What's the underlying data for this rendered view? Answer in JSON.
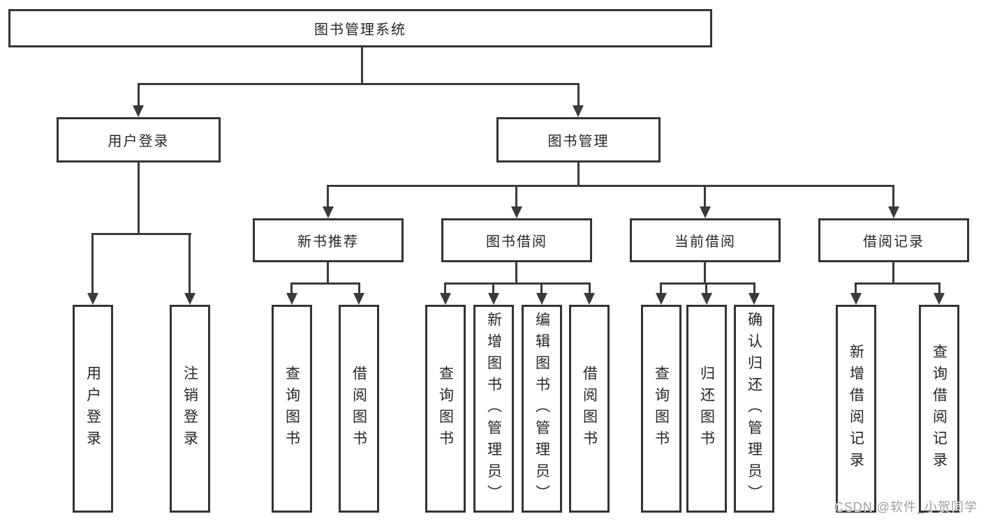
{
  "diagram": {
    "root": {
      "label": "图书管理系统"
    },
    "branches": [
      {
        "label": "用户登录",
        "children": [
          {
            "label": "用户登录"
          },
          {
            "label": "注销登录"
          }
        ]
      },
      {
        "label": "图书管理",
        "groups": [
          {
            "label": "新书推荐",
            "children": [
              {
                "label": "查询图书"
              },
              {
                "label": "借阅图书"
              }
            ]
          },
          {
            "label": "图书借阅",
            "children": [
              {
                "label": "查询图书"
              },
              {
                "label": "新增图书（管理员）"
              },
              {
                "label": "编辑图书（管理员）"
              },
              {
                "label": "借阅图书"
              }
            ]
          },
          {
            "label": "当前借阅",
            "children": [
              {
                "label": "查询图书"
              },
              {
                "label": "归还图书"
              },
              {
                "label": "确认归还（管理员）"
              }
            ]
          },
          {
            "label": "借阅记录",
            "children": [
              {
                "label": "新增借阅记录"
              },
              {
                "label": "查询借阅记录"
              }
            ]
          }
        ]
      }
    ]
  },
  "watermark": {
    "text": "CSDN @软件_小贺同学"
  },
  "colors": {
    "line": "#3a3a3a",
    "border": "#333333",
    "text": "#262626",
    "background": "#ffffff",
    "watermark": "#9e9e9e"
  }
}
